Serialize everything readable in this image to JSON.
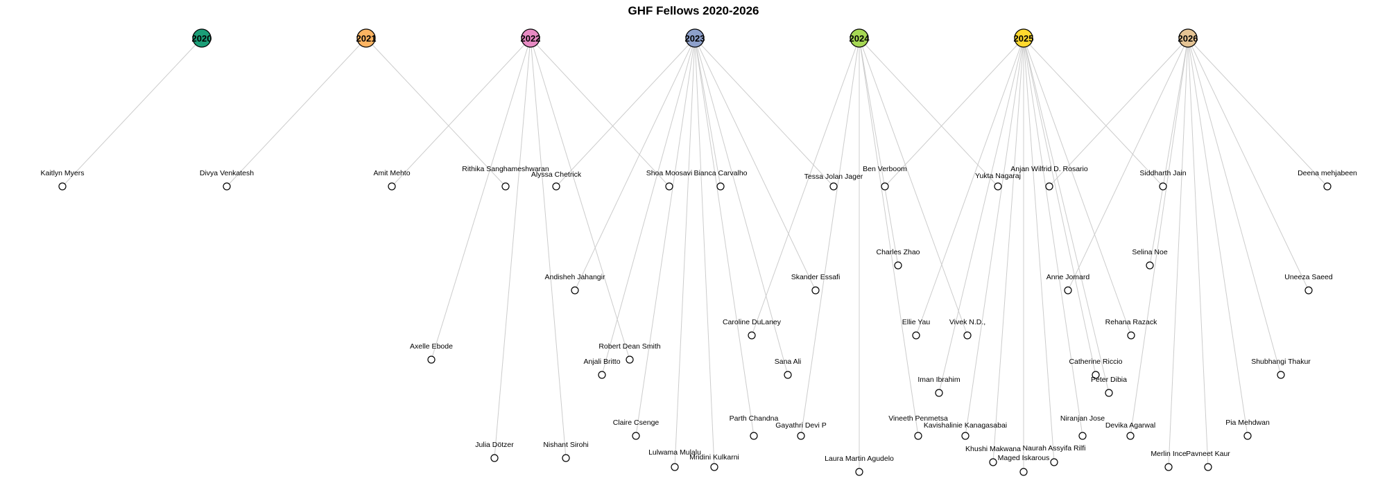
{
  "title": "GHF Fellows 2020-2026",
  "years": [
    {
      "label": "2020",
      "color": "#1b9e77"
    },
    {
      "label": "2021",
      "color": "#fdb462"
    },
    {
      "label": "2022",
      "color": "#e78ac3"
    },
    {
      "label": "2023",
      "color": "#8da0cb"
    },
    {
      "label": "2024",
      "color": "#a6d854"
    },
    {
      "label": "2025",
      "color": "#ffd92f"
    },
    {
      "label": "2026",
      "color": "#e5c494"
    }
  ],
  "fellows": [
    {
      "name": "Kaitlyn Myers",
      "year": "2020"
    },
    {
      "name": "Divya Venkatesh",
      "year": "2021"
    },
    {
      "name": "Rithika Sanghameshwaran",
      "year": "2021"
    },
    {
      "name": "Amit Mehto",
      "year": "2022"
    },
    {
      "name": "Alyssa Chetrick",
      "year": "2023"
    },
    {
      "name": "Shoa Moosavi",
      "year": "2022"
    },
    {
      "name": "Bianca Carvalho",
      "year": "2023"
    },
    {
      "name": "Tessa Jolan Jager",
      "year": "2023"
    },
    {
      "name": "Ben Verboom",
      "year": "2025"
    },
    {
      "name": "Yukta Nagaraj",
      "year": "2024"
    },
    {
      "name": "Anjan Wilfrid D. Rosario",
      "year": "2026"
    },
    {
      "name": "Siddharth Jain",
      "year": "2025"
    },
    {
      "name": "Deena mehjabeen",
      "year": "2026"
    },
    {
      "name": "Charles Zhao",
      "year": "2024"
    },
    {
      "name": "Selina Noe",
      "year": "2026"
    },
    {
      "name": "Andisheh Jahangir",
      "year": "2023"
    },
    {
      "name": "Skander Essafi",
      "year": "2023"
    },
    {
      "name": "Anne Jomard",
      "year": "2026"
    },
    {
      "name": "Uneeza Saeed",
      "year": "2026"
    },
    {
      "name": "Caroline DuLaney",
      "year": "2024"
    },
    {
      "name": "Ellie Yau",
      "year": "2025"
    },
    {
      "name": "Vivek N.D.,",
      "year": "2024"
    },
    {
      "name": "Rehana Razack",
      "year": "2025"
    },
    {
      "name": "Axelle Ebode",
      "year": "2022"
    },
    {
      "name": "Robert Dean Smith",
      "year": "2022"
    },
    {
      "name": "Anjali Britto",
      "year": "2023"
    },
    {
      "name": "Sana Ali",
      "year": "2023"
    },
    {
      "name": "Catherine Riccio",
      "year": "2025"
    },
    {
      "name": "Shubhangi Thakur",
      "year": "2026"
    },
    {
      "name": "Iman Ibrahim",
      "year": "2025"
    },
    {
      "name": "Peter Dibia",
      "year": "2025"
    },
    {
      "name": "Claire Csenge",
      "year": "2023"
    },
    {
      "name": "Parth Chandna",
      "year": "2023"
    },
    {
      "name": "Gayathri Devi P",
      "year": "2024"
    },
    {
      "name": "Vineeth Penmetsa",
      "year": "2024"
    },
    {
      "name": "Kavishalinie Kanagasabai",
      "year": "2025"
    },
    {
      "name": "Niranjan Jose",
      "year": "2025"
    },
    {
      "name": "Devika Agarwal",
      "year": "2026"
    },
    {
      "name": "Pia Mehdwan",
      "year": "2026"
    },
    {
      "name": "Julia Dötzer",
      "year": "2022"
    },
    {
      "name": "Nishant Sirohi",
      "year": "2022"
    },
    {
      "name": "Lulwama Mulalu",
      "year": "2023"
    },
    {
      "name": "Mridini Kulkarni",
      "year": "2023"
    },
    {
      "name": "Khushi Makwana",
      "year": "2025"
    },
    {
      "name": "Maged Iskarous",
      "year": "2025"
    },
    {
      "name": "Naurah Assyifa Rilfi",
      "year": "2025"
    },
    {
      "name": "Merlin Ince",
      "year": "2026"
    },
    {
      "name": "Pavneet Kaur",
      "year": "2026"
    },
    {
      "name": "Laura Martin Agudelo",
      "year": "2024"
    }
  ]
}
